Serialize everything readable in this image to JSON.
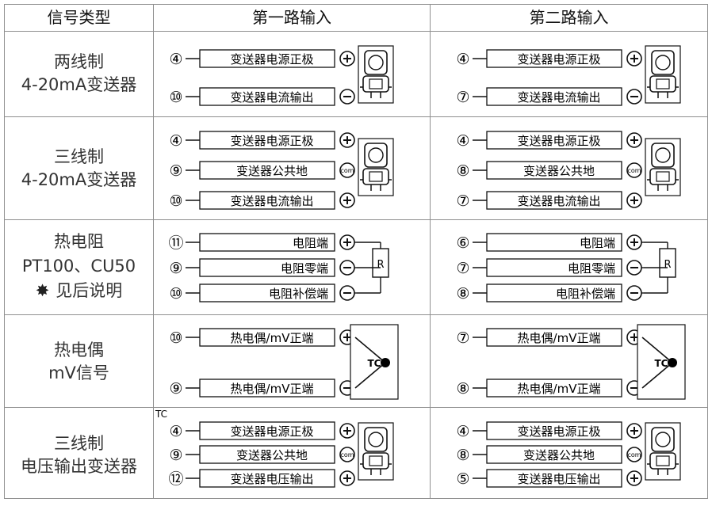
{
  "headers": {
    "type": "信号类型",
    "input1": "第一路输入",
    "input2": "第二路输入"
  },
  "rows": [
    {
      "type_lines": [
        "两线制",
        "4-20mA变送器"
      ],
      "kind": "transmitter",
      "inputs": [
        {
          "terminals": [
            {
              "num": "④",
              "label": "变送器电源正极",
              "sign": "+"
            },
            {
              "num": "⑩",
              "label": "变送器电流输出",
              "sign": "−"
            }
          ]
        },
        {
          "terminals": [
            {
              "num": "④",
              "label": "变送器电源正极",
              "sign": "+"
            },
            {
              "num": "⑦",
              "label": "变送器电流输出",
              "sign": "−"
            }
          ]
        }
      ]
    },
    {
      "type_lines": [
        "三线制",
        "4-20mA变送器"
      ],
      "kind": "transmitter",
      "inputs": [
        {
          "terminals": [
            {
              "num": "④",
              "label": "变送器电源正极",
              "sign": "+"
            },
            {
              "num": "⑨",
              "label": "变送器公共地",
              "sign": "com"
            },
            {
              "num": "⑩",
              "label": "变送器电流输出",
              "sign": "+"
            }
          ]
        },
        {
          "terminals": [
            {
              "num": "④",
              "label": "变送器电源正极",
              "sign": "+"
            },
            {
              "num": "⑧",
              "label": "变送器公共地",
              "sign": "com"
            },
            {
              "num": "⑦",
              "label": "变送器电流输出",
              "sign": "+"
            }
          ]
        }
      ]
    },
    {
      "type_lines": [
        "热电阻",
        "PT100、CU50",
        "见后说明"
      ],
      "kind": "rtd",
      "inputs": [
        {
          "terminals": [
            {
              "num": "⑪",
              "label": "电阻端",
              "sign": "+"
            },
            {
              "num": "⑨",
              "label": "电阻零端",
              "sign": "−"
            },
            {
              "num": "⑩",
              "label": "电阻补偿端",
              "sign": "−"
            }
          ],
          "component": "R"
        },
        {
          "terminals": [
            {
              "num": "⑥",
              "label": "电阻端",
              "sign": "+"
            },
            {
              "num": "⑦",
              "label": "电阻零端",
              "sign": "−"
            },
            {
              "num": "⑧",
              "label": "电阻补偿端",
              "sign": "−"
            }
          ],
          "component": "R"
        }
      ]
    },
    {
      "type_lines": [
        "热电偶",
        "mV信号"
      ],
      "kind": "thermocouple",
      "inputs": [
        {
          "terminals": [
            {
              "num": "⑩",
              "label": "热电偶/mV正端",
              "sign": "+"
            },
            {
              "num": "⑨",
              "label": "热电偶/mV正端",
              "sign": "−"
            }
          ],
          "component": "TC"
        },
        {
          "terminals": [
            {
              "num": "⑦",
              "label": "热电偶/mV正端",
              "sign": "+"
            },
            {
              "num": "⑧",
              "label": "热电偶/mV正端",
              "sign": "−"
            }
          ],
          "component": "TC"
        }
      ]
    },
    {
      "type_lines": [
        "三线制",
        "电压输出变送器"
      ],
      "kind": "transmitter",
      "corner_label": "TC",
      "inputs": [
        {
          "terminals": [
            {
              "num": "④",
              "label": "变送器电源正极",
              "sign": "+"
            },
            {
              "num": "⑨",
              "label": "变送器公共地",
              "sign": "com"
            },
            {
              "num": "⑫",
              "label": "变送器电压输出",
              "sign": "+"
            }
          ]
        },
        {
          "terminals": [
            {
              "num": "④",
              "label": "变送器电源正极",
              "sign": "+"
            },
            {
              "num": "⑧",
              "label": "变送器公共地",
              "sign": "com"
            },
            {
              "num": "⑤",
              "label": "变送器电压输出",
              "sign": "+"
            }
          ]
        }
      ]
    }
  ],
  "colors": {
    "grid": "#8f8f8f",
    "text": "#000000",
    "type_text": "#333333"
  }
}
